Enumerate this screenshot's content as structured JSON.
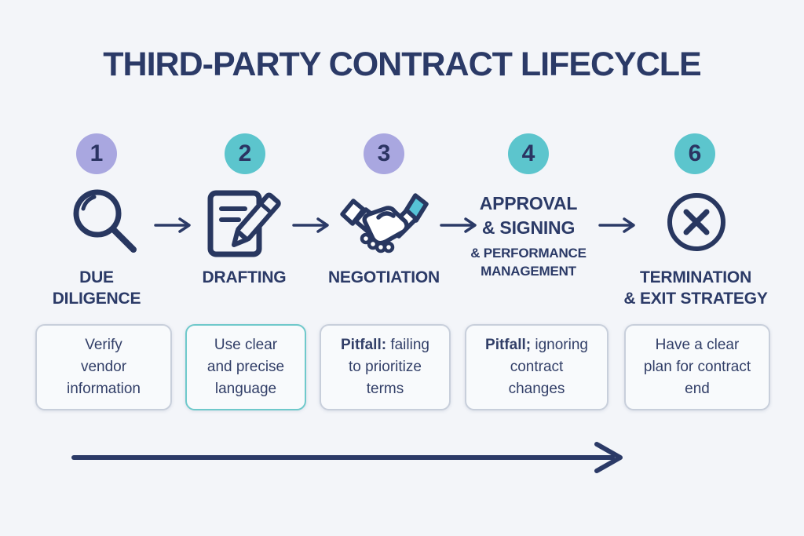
{
  "title": "THIRD-PARTY CONTRACT LIFECYCLE",
  "colors": {
    "background": "#f3f5f9",
    "navy": "#2b3a67",
    "badge_purple": "#a9a7e0",
    "badge_teal": "#5cc5cd",
    "note_border_gray": "#c8cfdb",
    "note_border_teal": "#6fc9cb",
    "handshake_cuff_teal": "#56c3d6"
  },
  "stages": [
    {
      "number": "1",
      "icon": "magnifier-icon",
      "label_line1": "DUE",
      "label_line2": "DILIGENCE",
      "note": {
        "prefix": "",
        "line1": "Verify",
        "line2": "vendor",
        "line3": "information"
      }
    },
    {
      "number": "2",
      "icon": "document-pencil-icon",
      "label_line1": "DRAFTING",
      "label_line2": "",
      "note": {
        "prefix": "",
        "line1": "Use clear",
        "line2": "and precise",
        "line3": "language"
      }
    },
    {
      "number": "3",
      "icon": "handshake-icon",
      "label_line1": "NEGOTIATION",
      "label_line2": "",
      "note": {
        "prefix": "Pitfall:",
        "line1": " failing",
        "line2": "to prioritize",
        "line3": "terms"
      }
    },
    {
      "number": "4",
      "icon": "",
      "label_big1": "APPROVAL",
      "label_big2": "& SIGNING",
      "label_small1": "& PERFORMANCE",
      "label_small2": "MANAGEMENT",
      "note": {
        "prefix": "Pitfall;",
        "line1": " ignoring",
        "line2": "contract",
        "line3": "changes"
      }
    },
    {
      "number": "6",
      "icon": "x-circle-icon",
      "label_line1": "TERMINATION",
      "label_line2": "& EXIT STRATEGY",
      "note": {
        "prefix": "",
        "line1": "Have a clear",
        "line2": "plan for contract",
        "line3": "end"
      }
    }
  ]
}
